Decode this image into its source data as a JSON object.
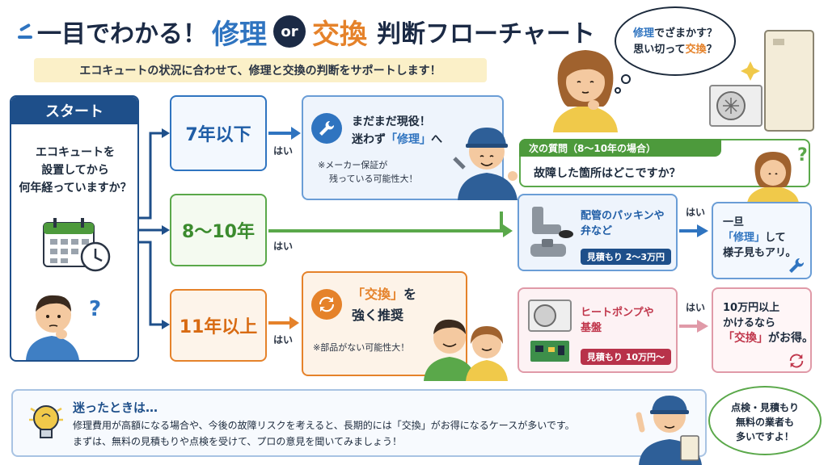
{
  "title": {
    "prefix": "一目でわかる！",
    "repair": "修理",
    "or": "or",
    "replace": "交換",
    "suffix": "判断フローチャート"
  },
  "subtitle": "エコキュートの状況に合わせて、修理と交換の判断をサポートします！",
  "start": {
    "header": "スタート",
    "question_line1": "エコキュートを",
    "question_line2": "設置してから",
    "question_line3": "何年経っていますか？"
  },
  "years": {
    "under7": "7年以下",
    "from8to10": "8〜10年",
    "over11": "11年以上"
  },
  "yes_label": "はい",
  "repair_result": {
    "line1": "まだまだ現役！",
    "line2_a": "迷わず",
    "line2_b": "「修理」",
    "line2_c": "へ",
    "note_line1": "※メーカー保証が",
    "note_line2": "残っている可能性大！"
  },
  "replace_result": {
    "line1_a": "「交換」",
    "line1_b": "を",
    "line2": "強く推奨",
    "note": "※部品がない可能性大！"
  },
  "next_question": {
    "tag": "次の質問（8〜10年の場合）",
    "question": "故障した箇所はどこですか？"
  },
  "case_pipe": {
    "line1": "配管のパッキンや",
    "line2": "弁など",
    "estimate": "見積もり 2〜3万円"
  },
  "case_heat": {
    "line1": "ヒートポンプや",
    "line2": "基盤",
    "estimate": "見積もり 10万円〜"
  },
  "advice_repair": {
    "line1": "一旦",
    "line2_a": "「修理」",
    "line2_b": "して",
    "line3": "様子見もアリ。"
  },
  "advice_replace": {
    "line1": "10万円以上",
    "line2": "かけるなら",
    "line3_a": "「交換」",
    "line3_b": "がお得。"
  },
  "bottom": {
    "title": "迷ったときは…",
    "line1": "修理費用が高額になる場合や、今後の故障リスクを考えると、長期的には「交換」がお得になるケースが多いです。",
    "line2": "まずは、無料の見積もりや点検を受けて、プロの意見を聞いてみましょう！"
  },
  "think_bubble": {
    "line1_a": "修理",
    "line1_b": "でざまかす？",
    "line2_a": "思い切って",
    "line2_b": "交換",
    "line2_c": "？"
  },
  "speech_bubble": {
    "line1": "点検・見積もり",
    "line2": "無料の業者も",
    "line3": "多いですよ！"
  },
  "colors": {
    "navy": "#1e4f8a",
    "repair_blue": "#2f74c0",
    "replace_orange": "#e5822a",
    "green": "#5aa84a",
    "pink": "#e09aa8"
  }
}
